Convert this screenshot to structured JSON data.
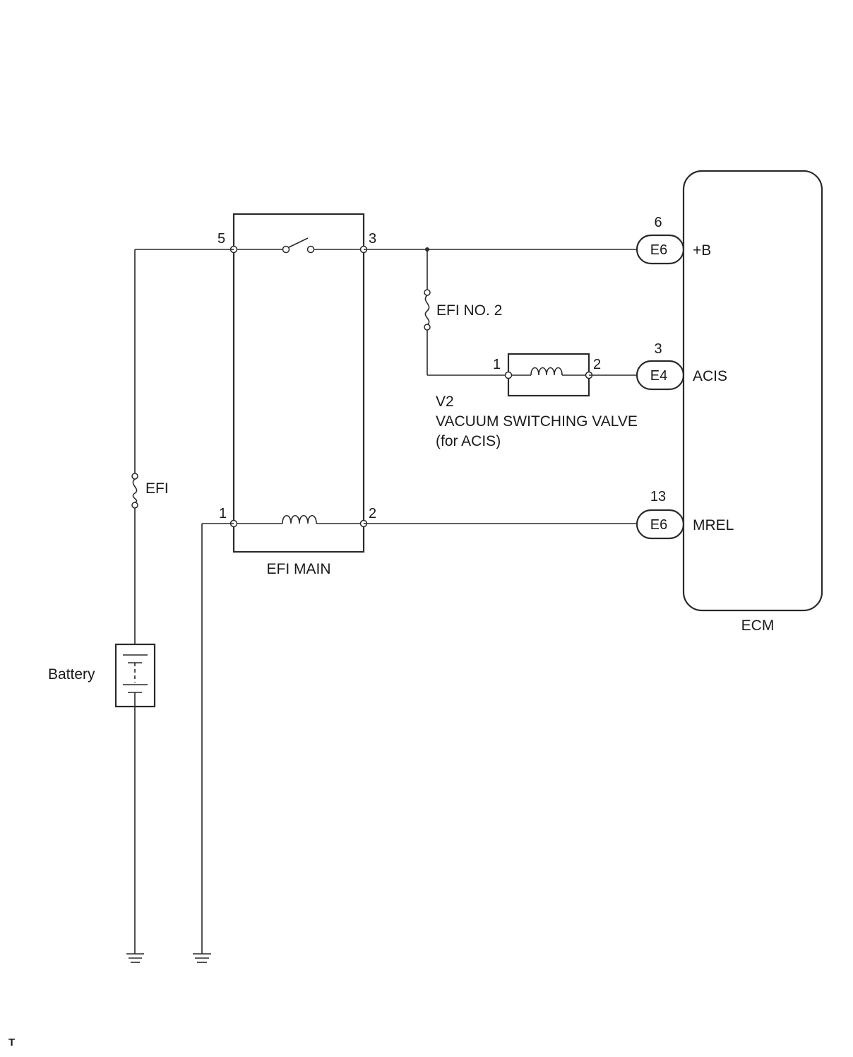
{
  "ecm": {
    "name": "ECM",
    "terminals": [
      {
        "pin": "6",
        "connector": "E6",
        "signal": "+B"
      },
      {
        "pin": "3",
        "connector": "E4",
        "signal": "ACIS"
      },
      {
        "pin": "13",
        "connector": "E6",
        "signal": "MREL"
      }
    ]
  },
  "relay": {
    "name": "EFI MAIN",
    "pins": [
      "5",
      "3",
      "1",
      "2"
    ]
  },
  "fuses": {
    "efi_no2": "EFI NO. 2",
    "efi": "EFI"
  },
  "vsv": {
    "code": "V2",
    "name": "VACUUM SWITCHING VALVE",
    "note": "(for ACIS)",
    "pins": [
      "1",
      "2"
    ]
  },
  "battery": {
    "label": "Battery"
  },
  "footer": {
    "mark": "T"
  }
}
